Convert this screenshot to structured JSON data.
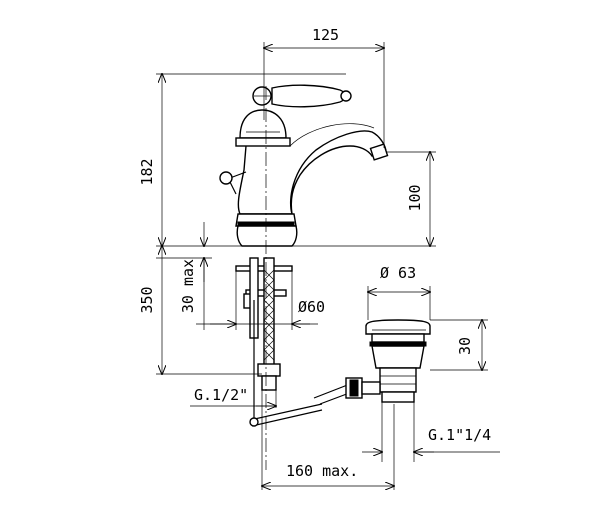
{
  "dimensions": {
    "top_width": "125",
    "total_height": "182",
    "spout_height": "100",
    "drill_depth": "350",
    "max_thickness": "30 max",
    "hole_diameter": "Ø60",
    "drain_diameter": "Ø 63",
    "drain_height": "30",
    "thread_small": "G.1/2\"",
    "thread_large": "G.1\"1/4",
    "rod_length": "160 max."
  }
}
